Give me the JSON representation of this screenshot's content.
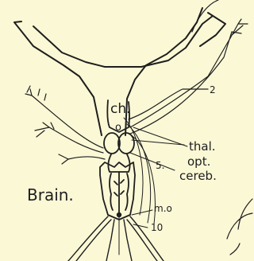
{
  "figure": {
    "title": "Brain.",
    "labels": {
      "ch": "ch.",
      "o": "o",
      "n2": "2",
      "thal": "thal.",
      "opt": "opt.",
      "n5": "5.",
      "cereb": "cereb.",
      "mo": "m.o",
      "n10": "10"
    }
  },
  "colors": {
    "paper": "#fbf8d6",
    "ink": "#1e1e1e"
  }
}
